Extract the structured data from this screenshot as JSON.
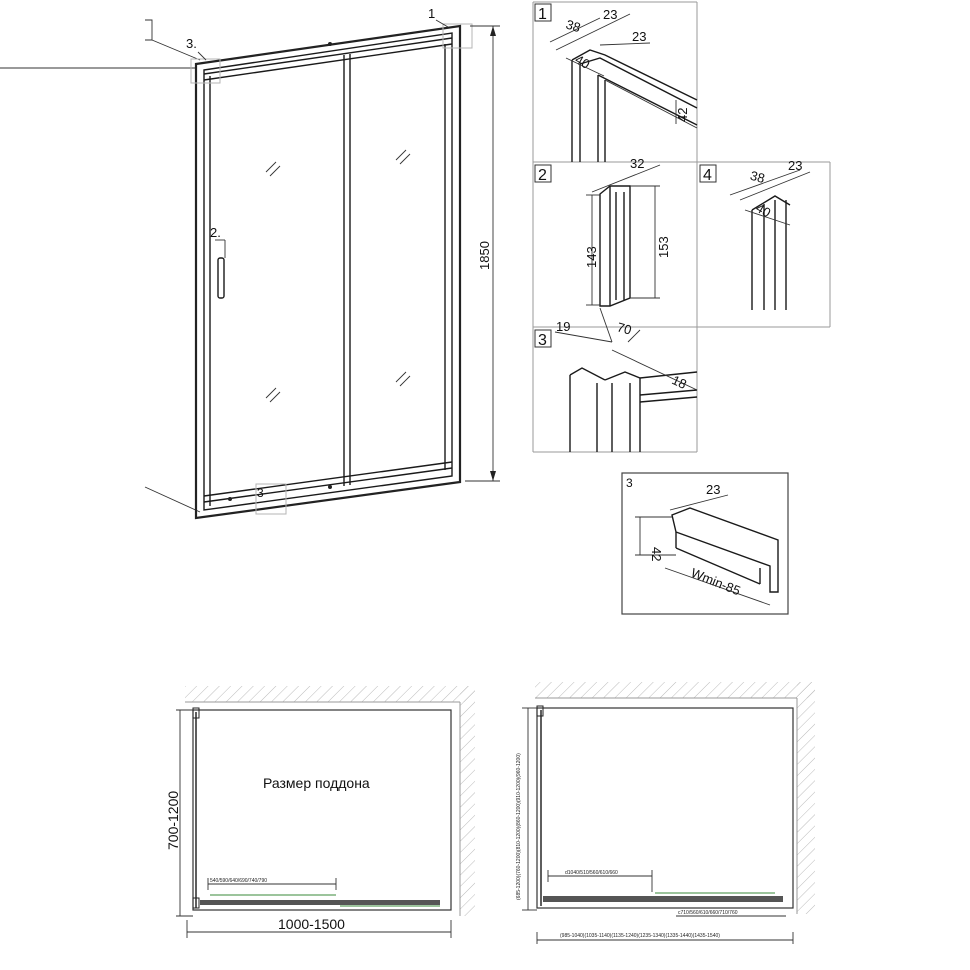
{
  "main_view": {
    "height_dim": "1850",
    "callout_1": "1",
    "callout_2": "2.",
    "callout_3_top": "3.",
    "callout_3_bottom": "3"
  },
  "detail_1": {
    "tag": "1",
    "dim_38": "38",
    "dim_23_a": "23",
    "dim_23_b": "23",
    "dim_40": "40",
    "dim_42": "42"
  },
  "detail_2": {
    "tag": "2",
    "dim_32": "32",
    "dim_143": "143",
    "dim_153": "153"
  },
  "detail_3": {
    "tag": "3",
    "dim_19": "19",
    "dim_70": "70",
    "dim_18": "18"
  },
  "detail_4": {
    "tag": "4",
    "dim_38": "38",
    "dim_23": "23",
    "dim_40": "40"
  },
  "profile_3": {
    "tag": "3",
    "dim_23": "23",
    "dim_42": "42",
    "dim_wmin": "Wmin-85"
  },
  "plan_left": {
    "tray_label": "Размер поддона",
    "height_range": "700-1200",
    "width_range": "1000-1500",
    "opening_values": "540/590/640/690/740/790"
  },
  "plan_right": {
    "side_values": "(685-1200)(760-1200)(810-1200)(860-1200)(910-1200)(960-1200)",
    "opening_values": "d1040/510/560/610/660",
    "bottom_inner": "c710/560/610/660/710/760",
    "bottom_outer": "(985-1040)(1035-1140)(1135-1240)(1235-1340)(1335-1440)(1435-1540)"
  }
}
